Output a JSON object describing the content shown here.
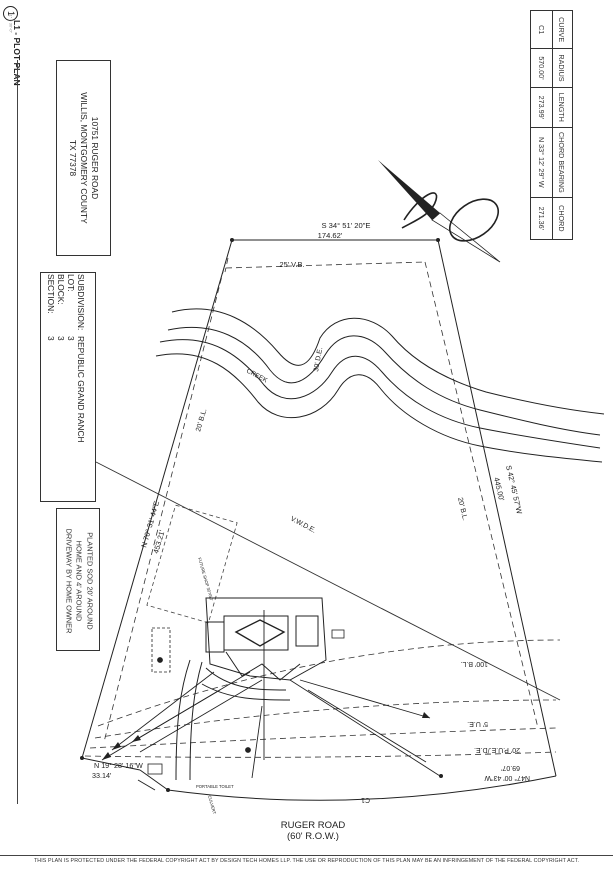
{
  "sheet": {
    "number": "1",
    "title": "L1 - PLOT PLAN",
    "scale_note": "1\" = 30'-0\""
  },
  "address": {
    "line1": "10751 RUGER ROAD",
    "line2": "WILLIS, MONTGOMERY COUNTY",
    "line3": "TX 77378"
  },
  "subdivision": {
    "labels": [
      "SUBDIVISION:",
      "LOT:",
      "BLOCK:",
      "SECTION:"
    ],
    "values": [
      "REPUBLIC GRAND RANCH",
      "3",
      "3",
      "3"
    ]
  },
  "note": {
    "line1": "PLANTED SOD 20' AROUND",
    "line2": "HOME AND 4' AROUND",
    "line3": "DRIVEWAY BY HOME OWNER"
  },
  "curve_table": {
    "headers": [
      "CURVE",
      "RADIUS",
      "LENGTH",
      "CHORD BEARING",
      "CHORD"
    ],
    "row": [
      "C1",
      "570.00'",
      "273.99'",
      "N 33° 12' 29\" W",
      "271.36'"
    ]
  },
  "bearings": {
    "top": "S 34° 51' 20\"E",
    "top_dist": "174.62'",
    "right": "S 42° 45' 57\"W",
    "right_dist": "445.00'",
    "left": "N 70° 31' 44\"E",
    "left_dist": "453.21'",
    "bottom_left": "N 19° 28' 16\"W",
    "bottom_left_dist": "33.14'",
    "bottom_right": "N47° 00' 43\"W",
    "bottom_right_dist": "69.07'"
  },
  "labels": {
    "vb": "25' V.B.",
    "creek": "CREEK",
    "de": "30' D.E.",
    "bl_left": "20' B.L.",
    "bl_right": "20' B.L.",
    "vwde": "V.W.D.E.",
    "bl_front": "100' B.L.",
    "ue": "5' U.E.",
    "pue": "20' P.U.E./D.E.",
    "c1": "C1",
    "shed": "FUTURE SHOP 30'X50'",
    "portable_toilet": "PORTABLE TOILET",
    "culvert": "CULVERT"
  },
  "road": {
    "name": "RUGER ROAD",
    "row": "(60' R.O.W.)"
  },
  "footer": "THIS PLAN IS PROTECTED UNDER THE FEDERAL COPYRIGHT ACT BY DESIGN TECH HOMES LLP. THE USE OR REPRODUCTION OF THIS PLAN MAY BE AN INFRINGEMENT OF THE FEDERAL COPYRIGHT ACT."
}
